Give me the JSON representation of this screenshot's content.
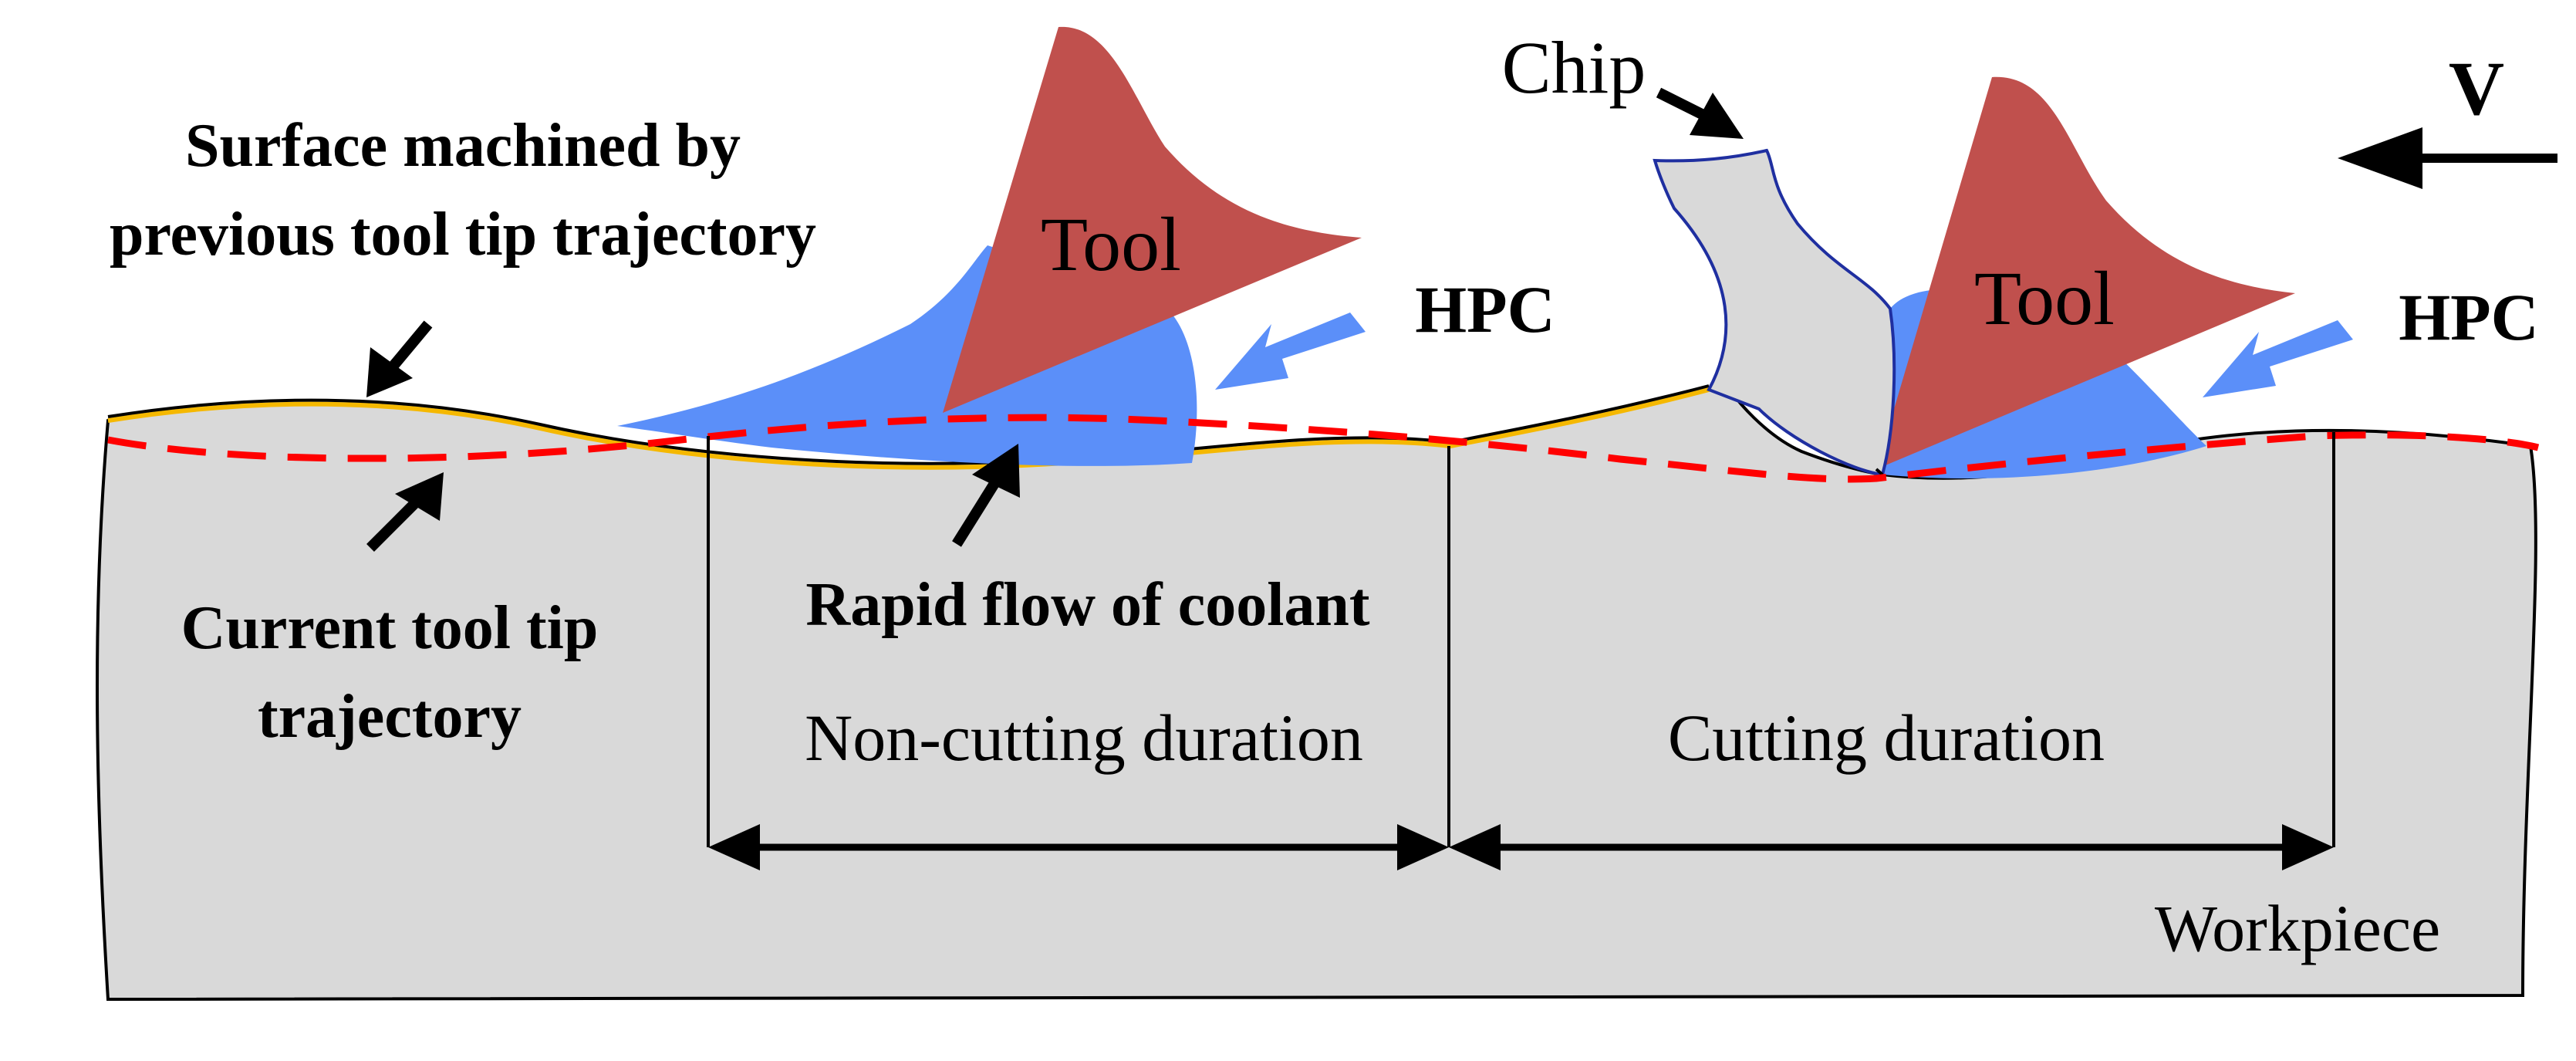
{
  "labels": {
    "surface_line1": "Surface machined by",
    "surface_line2": "previous tool tip trajectory",
    "current_line1": "Current tool tip",
    "current_line2": "trajectory",
    "rapid_flow": "Rapid flow of coolant",
    "non_cutting": "Non-cutting duration",
    "cutting": "Cutting duration",
    "workpiece": "Workpiece",
    "chip": "Chip",
    "tool_left": "Tool",
    "tool_right": "Tool",
    "hpc_left": "HPC",
    "hpc_right": "HPC",
    "velocity": "V"
  },
  "colors": {
    "workpiece_fill": "#d9d9d9",
    "tool_fill": "#c0504d",
    "coolant_fill": "#5b8ff9",
    "trajectory_dash": "#ff0000",
    "previous_surface": "#f5b800",
    "chip_outline": "#1f2fa0",
    "arrow": "#000000"
  }
}
